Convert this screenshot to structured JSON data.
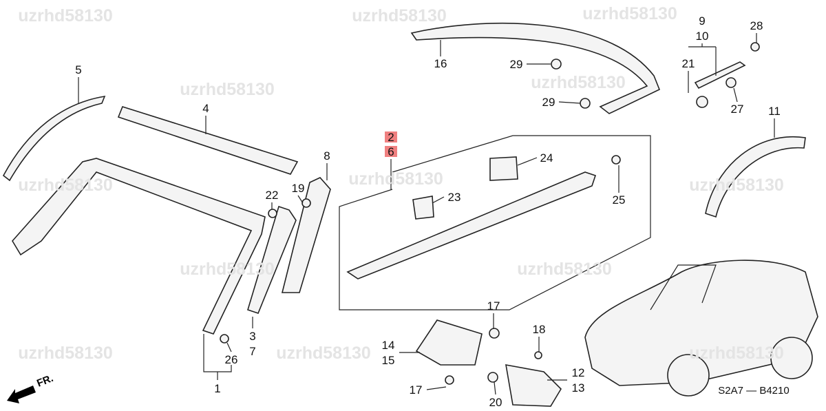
{
  "watermark": "uzrhd58130",
  "diagram_code": "S2A7 — B4210",
  "front_indicator": "FR.",
  "highlight_color": "#f08080",
  "callouts": {
    "p1": "1",
    "p2": "2",
    "p3": "3",
    "p4": "4",
    "p5": "5",
    "p6": "6",
    "p7": "7",
    "p8": "8",
    "p9": "9",
    "p10": "10",
    "p11": "11",
    "p12": "12",
    "p13": "13",
    "p14": "14",
    "p15": "15",
    "p16": "16",
    "p17a": "17",
    "p17b": "17",
    "p18": "18",
    "p19": "19",
    "p20": "20",
    "p21": "21",
    "p22": "22",
    "p23": "23",
    "p24": "24",
    "p25": "25",
    "p26": "26",
    "p27": "27",
    "p28": "28",
    "p29a": "29",
    "p29b": "29"
  }
}
